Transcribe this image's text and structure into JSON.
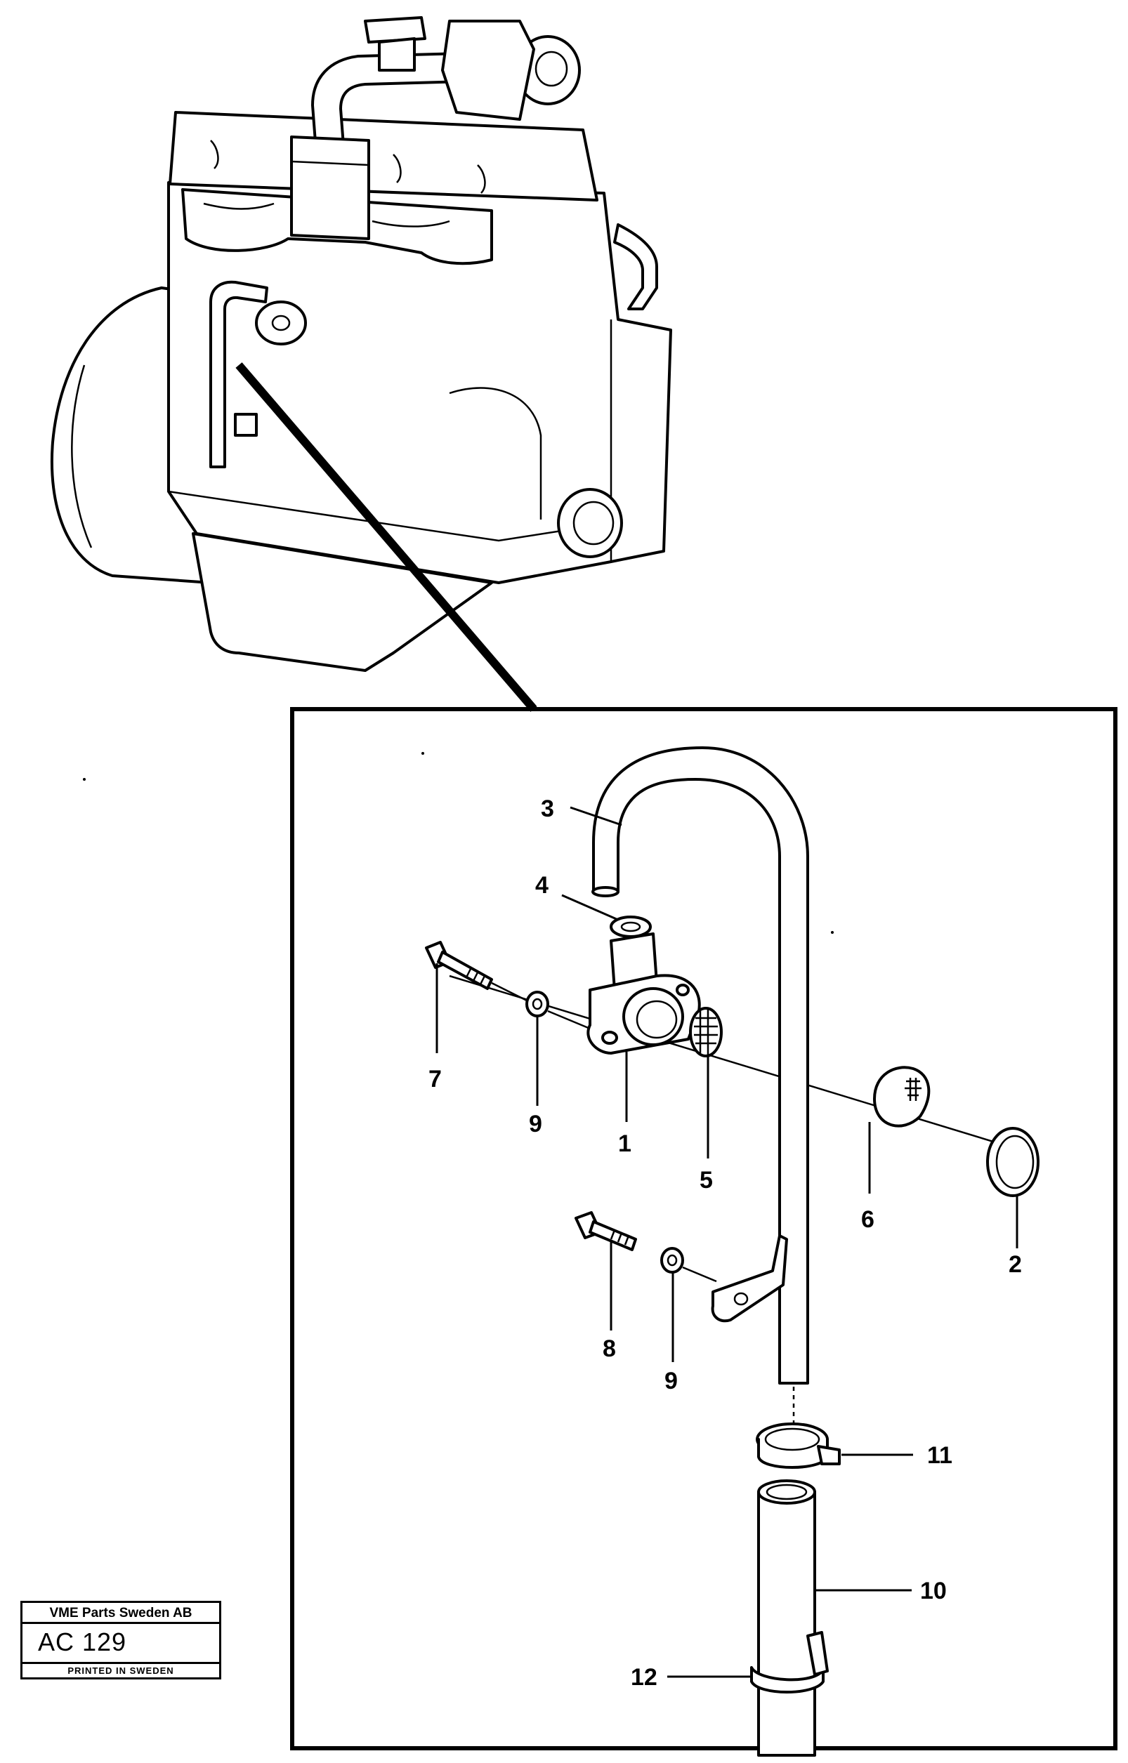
{
  "diagram": {
    "callouts": [
      "1",
      "2",
      "3",
      "4",
      "5",
      "6",
      "7",
      "8",
      "9",
      "9",
      "10",
      "11",
      "12"
    ]
  },
  "title_block": {
    "company": "VME Parts Sweden AB",
    "code": "AC 129",
    "printed": "PRINTED IN SWEDEN"
  }
}
